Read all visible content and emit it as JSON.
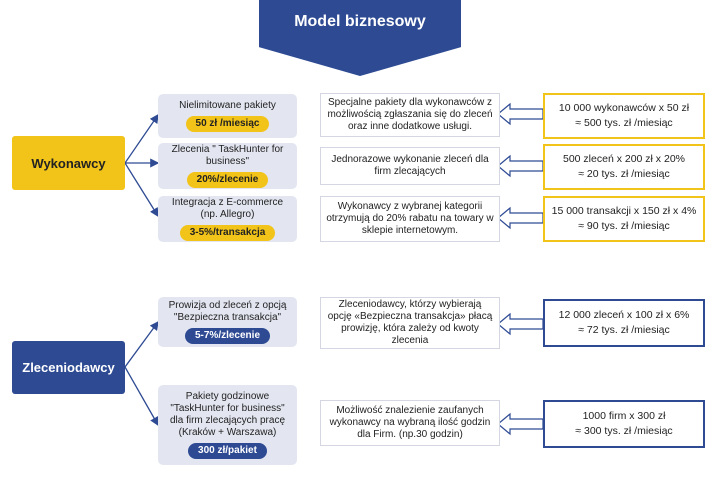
{
  "header": {
    "title": "Model biznesowy"
  },
  "actors": {
    "wykonawcy": "Wykonawcy",
    "zleceniodawcy": "Zleceniodawcy"
  },
  "wykonawcy_rows": [
    {
      "source": "Nielimitowane pakiety",
      "pill": "50 zł /miesiąc",
      "description": "Specjalne pakiety dla wykonawców z możliwością zgłaszania się do zleceń oraz inne dodatkowe usługi.",
      "result_line1": "10 000 wykonawców x 50 zł",
      "result_line2": "≈ 500 tys. zł /miesiąc"
    },
    {
      "source": "Zlecenia \" TaskHunter for business\"",
      "pill": "20%/zlecenie",
      "description": "Jednorazowe wykonanie zleceń dla firm zlecających",
      "result_line1": "500 zleceń x 200 zł x 20%",
      "result_line2": "≈ 20 tys. zł /miesiąc"
    },
    {
      "source": "Integracja z E-commerce (np. Allegro)",
      "pill": "3-5%/transakcja",
      "description": "Wykonawcy z wybranej kategorii otrzymują do 20% rabatu na towary w sklepie internetowym.",
      "result_line1": "15 000 transakcji x 150 zł x 4%",
      "result_line2": "≈ 90 tys. zł /miesiąc"
    }
  ],
  "zleceniodawcy_rows": [
    {
      "source": "Prowizja od zleceń z opcją \"Bezpieczna transakcja\"",
      "pill": "5-7%/zlecenie",
      "description": "Zleceniodawcy, którzy wybierają opcję «Bezpieczna transakcja» płacą prowizję, która zależy od kwoty zlecenia",
      "result_line1": "12 000 zleceń x 100 zł x 6%",
      "result_line2": "≈ 72 tys. zł /miesiąc"
    },
    {
      "source": "Pakiety godzinowe \"TaskHunter for business\" dla firm zlecających pracę (Kraków + Warszawa)",
      "pill": "300 zł/pakiet",
      "description": "Możliwość znalezienie zaufanych wykonawcy na wybraną ilość godzin dla Firm. (np.30 godzin)",
      "result_line1": "1000 firm x 300 zł",
      "result_line2": "≈ 300 tys. zł /miesiąc"
    }
  ],
  "colors": {
    "navy": "#2d4a93",
    "yellow": "#f2c318",
    "grey": "#e3e6f1"
  }
}
